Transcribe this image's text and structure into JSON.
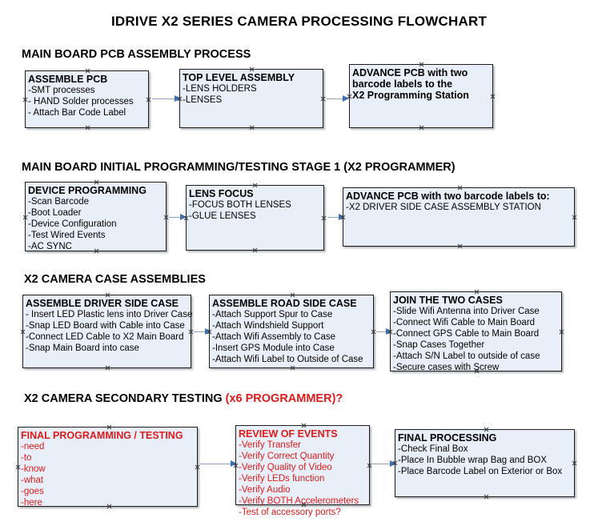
{
  "title": "IDRIVE X2  SERIES CAMERA PROCESSING FLOWCHART",
  "colors": {
    "node_fill": "#e9eff8",
    "node_border": "#1b1b1b",
    "accent_red": "#e01b1b",
    "arrow_line": "#8ba3bf",
    "arrow_head": "#3f6fb5"
  },
  "sections": [
    {
      "header": "MAIN BOARD PCB ASSEMBLY PROCESS",
      "header_accent": "",
      "nodes": [
        {
          "title": "ASSEMBLE PCB",
          "lines": [
            "-SMT processes",
            "- HAND Solder processes",
            "- Attach Bar Code Label"
          ]
        },
        {
          "title": "TOP LEVEL ASSEMBLY",
          "lines": [
            "-LENS HOLDERS",
            "-LENSES"
          ]
        },
        {
          "title": "ADVANCE PCB with two",
          "lines": [
            "barcode labels to the",
            " X2 Programming Station"
          ]
        }
      ]
    },
    {
      "header": "MAIN BOARD INITIAL PROGRAMMING/TESTING STAGE 1 (X2 PROGRAMMER)",
      "header_accent": "",
      "nodes": [
        {
          "title": "DEVICE PROGRAMMING",
          "lines": [
            "-Scan Barcode",
            "-Boot Loader",
            "-Device Configuration",
            "-Test Wired Events",
            "-AC SYNC"
          ]
        },
        {
          "title": "LENS FOCUS",
          "lines": [
            "-FOCUS BOTH LENSES",
            "-GLUE LENSES"
          ]
        },
        {
          "title": "ADVANCE PCB with two barcode labels to:",
          "lines": [
            "-X2 DRIVER  SIDE  CASE  ASSEMBLY STATION"
          ]
        }
      ]
    },
    {
      "header": "X2 CAMERA CASE ASSEMBLIES",
      "header_accent": "",
      "nodes": [
        {
          "title": "ASSEMBLE DRIVER SIDE CASE",
          "lines": [
            "- Insert LED Plastic lens into Driver Case",
            "-Snap LED Board with Cable into Case",
            "-Connect LED Cable to X2 Main Board",
            "-Snap Main Board into case"
          ]
        },
        {
          "title": "ASSEMBLE ROAD SIDE CASE",
          "lines": [
            "-Attach Support Spur to Case",
            "-Attach Windshield Support",
            "-Attach Wifi Assembly to Case",
            "-Insert GPS Module into Case",
            "-Attach Wifi Label to Outside of Case"
          ]
        },
        {
          "title": "JOIN THE TWO CASES",
          "lines": [
            "-Slide Wifi Antenna into Driver Case",
            "-Connect Wifi Cable to Main Board",
            "-Connect GPS Cable to Main Board",
            "-Snap Cases Together",
            "-Attach S/N Label to outside of case",
            "-Secure cases with Screw"
          ]
        }
      ]
    },
    {
      "header": "X2 CAMERA SECONDARY TESTING ",
      "header_accent": "(x6 PROGRAMMER)?",
      "nodes": [
        {
          "title": "FINAL PROGRAMMING / TESTING",
          "lines": [
            "-need",
            "-to",
            "-know",
            "-what",
            "-goes",
            "-here"
          ]
        },
        {
          "title": "REVIEW OF EVENTS",
          "lines": [
            "-Verify Transfer",
            "-Verify Correct Quantity",
            "-Verify Quality of Video",
            "-Verify LEDs function",
            "-Verify Audio",
            "-Verify BOTH Accelerometers"
          ],
          "overflow_line": "-Test of accessory ports?"
        },
        {
          "title": "FINAL PROCESSING",
          "lines": [
            " -Check Final Box",
            "-Place In Bubble wrap Bag and BOX",
            "-Place Barcode Label on Exterior or Box"
          ]
        }
      ]
    }
  ]
}
